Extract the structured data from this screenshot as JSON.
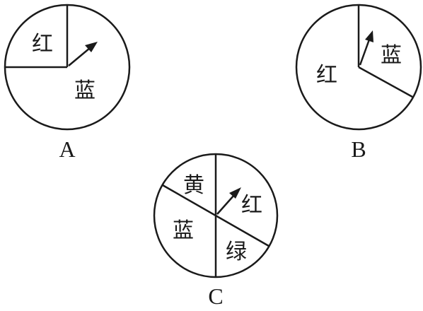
{
  "spinners": [
    {
      "caption": "A",
      "regions": [
        {
          "label": "红"
        },
        {
          "label": "蓝"
        }
      ]
    },
    {
      "caption": "B",
      "regions": [
        {
          "label": "蓝"
        },
        {
          "label": "红"
        }
      ]
    },
    {
      "caption": "C",
      "regions": [
        {
          "label": "黄"
        },
        {
          "label": "红"
        },
        {
          "label": "蓝"
        },
        {
          "label": "绿"
        }
      ]
    }
  ],
  "colors": {
    "ink": "#1a1a1a",
    "background": "#ffffff"
  }
}
